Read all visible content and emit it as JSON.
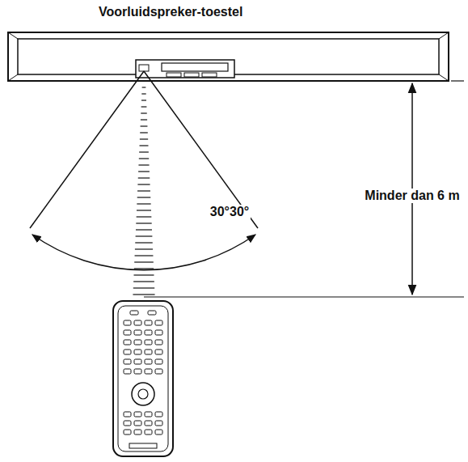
{
  "diagram": {
    "nodes": [
      {
        "text": [
          "Voorluidspreker-toestel"
        ]
      }
    ],
    "labels": [
      "30°30°",
      "Minder dan 6 m"
    ]
  }
}
